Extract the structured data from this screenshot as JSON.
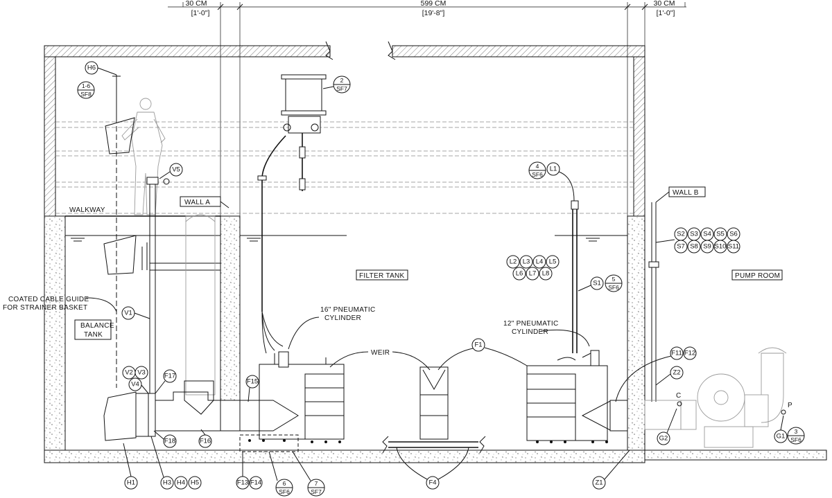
{
  "dimensions": {
    "left_top": "30 CM",
    "left_bottom": "[1'-0\"]",
    "middle_top": "599 CM",
    "middle_bottom": "[19'-8\"]",
    "right_top": "30 CM",
    "right_bottom": "[1'-0\"]"
  },
  "labels": {
    "walkway": "WALKWAY",
    "wall_a": "WALL A",
    "wall_b": "WALL B",
    "filter_tank": "FILTER TANK",
    "pump_room": "PUMP ROOM",
    "balance_tank_1": "BALANCE",
    "balance_tank_2": "TANK",
    "cable_guide_1": "COATED CABLE GUIDE",
    "cable_guide_2": "FOR STRAINER BASKET",
    "cyl16_1": "16\" PNEUMATIC",
    "cyl16_2": "CYLINDER",
    "cyl12_1": "12\" PNEUMATIC",
    "cyl12_2": "CYLINDER",
    "weir": "WEIR",
    "c": "C",
    "p": "P"
  },
  "tags": {
    "H6": "H6",
    "V5": "V5",
    "V1": "V1",
    "V2": "V2",
    "V3": "V3",
    "V4": "V4",
    "F17": "F17",
    "F18": "F18",
    "F16": "F16",
    "F15": "F15",
    "F13": "F13",
    "F14": "F14",
    "H1": "H1",
    "H3": "H3",
    "H4": "H4",
    "H5": "H5",
    "L1": "L1",
    "L2": "L2",
    "L3": "L3",
    "L4": "L4",
    "L5": "L5",
    "L6": "L6",
    "L7": "L7",
    "L8": "L8",
    "S1": "S1",
    "S2": "S2",
    "S3": "S3",
    "S4": "S4",
    "S5": "S5",
    "S6": "S6",
    "S7": "S7",
    "S8": "S8",
    "S9": "S9",
    "S10": "S10",
    "S11": "S11",
    "F1": "F1",
    "F4": "F4",
    "F11": "F11",
    "F12": "F12",
    "Z1": "Z1",
    "Z2": "Z2",
    "G1": "G1",
    "G2": "G2"
  },
  "details": {
    "d1_top": "1-6",
    "d1_bot": "SF8",
    "d2_top": "2",
    "d2_bot": "SF7",
    "d3_top": "3",
    "d3_bot": "SF6",
    "d4_top": "4",
    "d4_bot": "SF6",
    "d5_top": "5",
    "d5_bot": "SF6",
    "d6_top": "6",
    "d6_bot": "SF6",
    "d7_top": "7",
    "d7_bot": "SF7"
  }
}
